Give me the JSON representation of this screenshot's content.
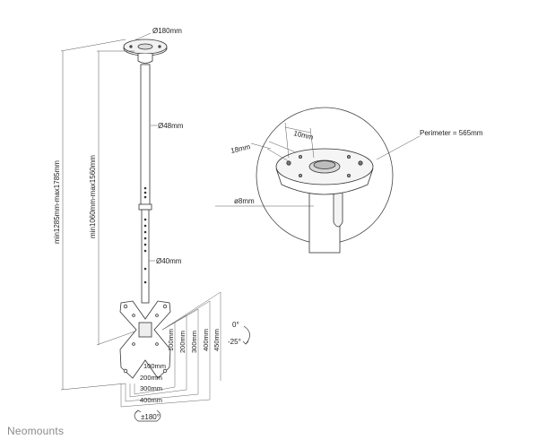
{
  "brand": "Neomounts",
  "dimensions": {
    "ceiling_plate_diameter": "Ø180mm",
    "upper_tube_diameter": "Ø48mm",
    "lower_tube_diameter": "Ø40mm",
    "total_height_range": "min1285mm-max1785mm",
    "tube_height_range": "min1060mm-max1560mm",
    "screw_diameter": "ø8mm",
    "flange_thickness": "18mm",
    "slot_width": "10mm",
    "perimeter": "Perimeter = 565mm",
    "tilt_top": "0°",
    "tilt_bottom": "-25°",
    "swivel": "±180°"
  },
  "vesa_vertical": [
    "100mm",
    "200mm",
    "300mm",
    "400mm",
    "450mm"
  ],
  "vesa_horizontal": [
    "100mm",
    "200mm",
    "300mm",
    "400mm"
  ]
}
